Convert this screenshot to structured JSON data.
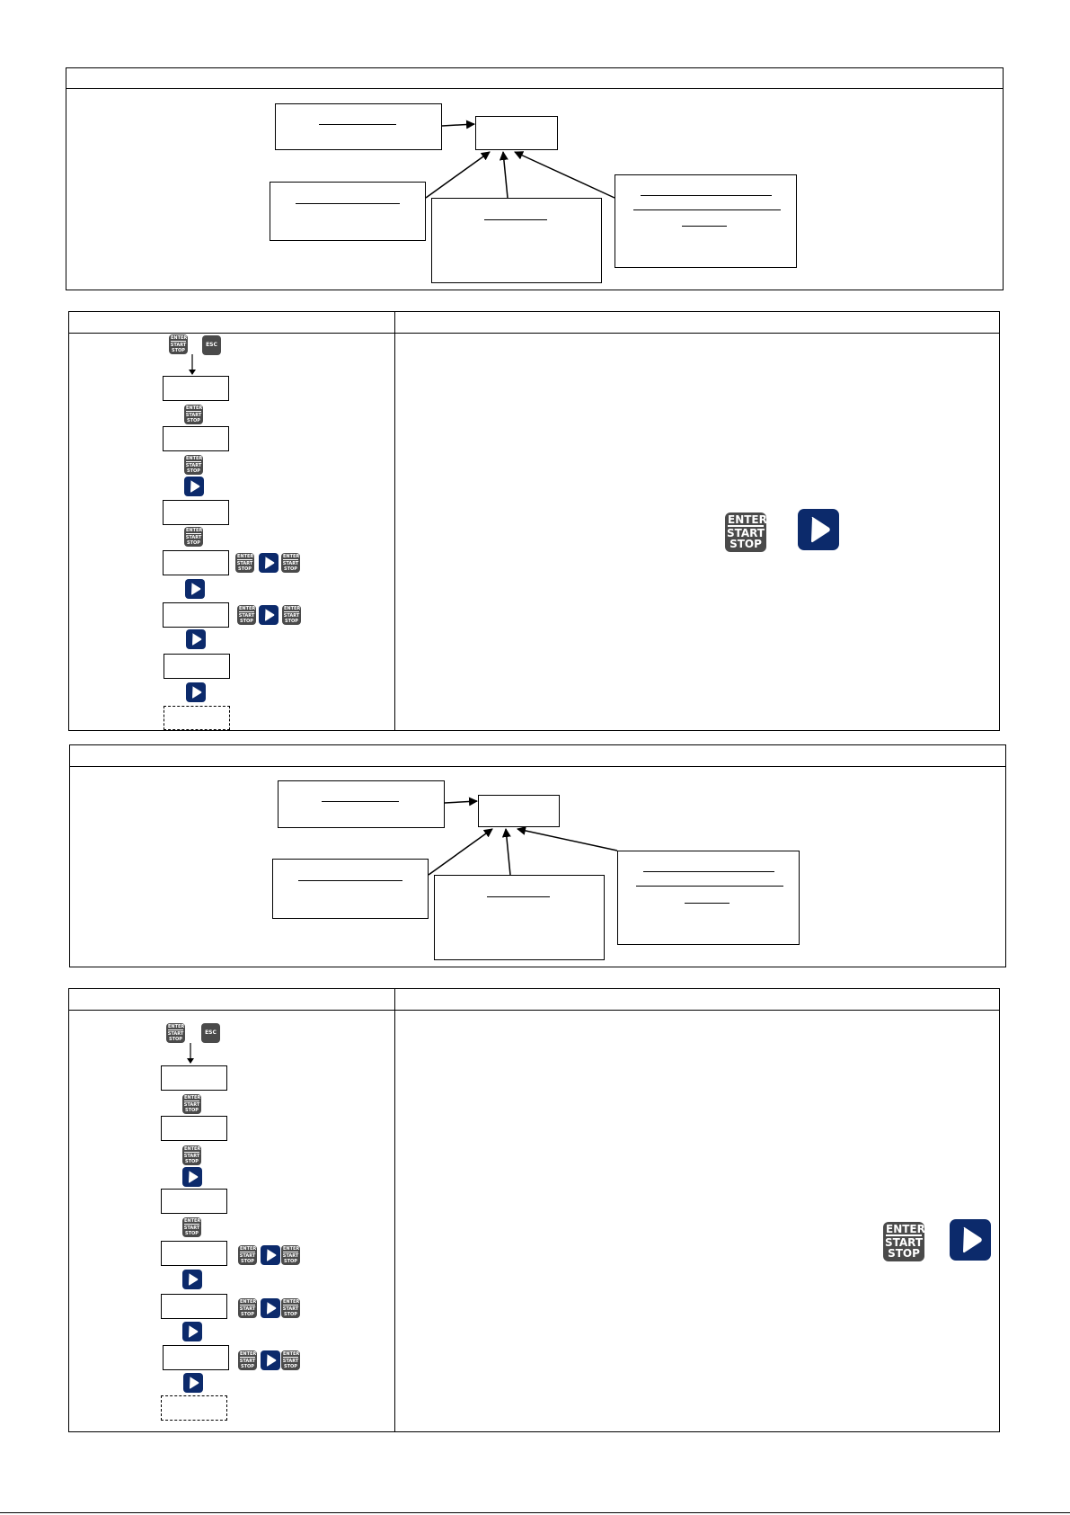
{
  "keys": {
    "enter": [
      "ENTER",
      "START",
      "STOP"
    ],
    "esc": "ESC"
  },
  "icons": {
    "enter_key": "enter-start-stop-key-icon",
    "esc_key": "esc-key-icon",
    "right_key": "right-arrow-key-icon",
    "arrow": "arrow-icon"
  },
  "colors": {
    "key_gray": "#4a4a4a",
    "key_blue": "#0c2a6b",
    "line": "#000000"
  }
}
